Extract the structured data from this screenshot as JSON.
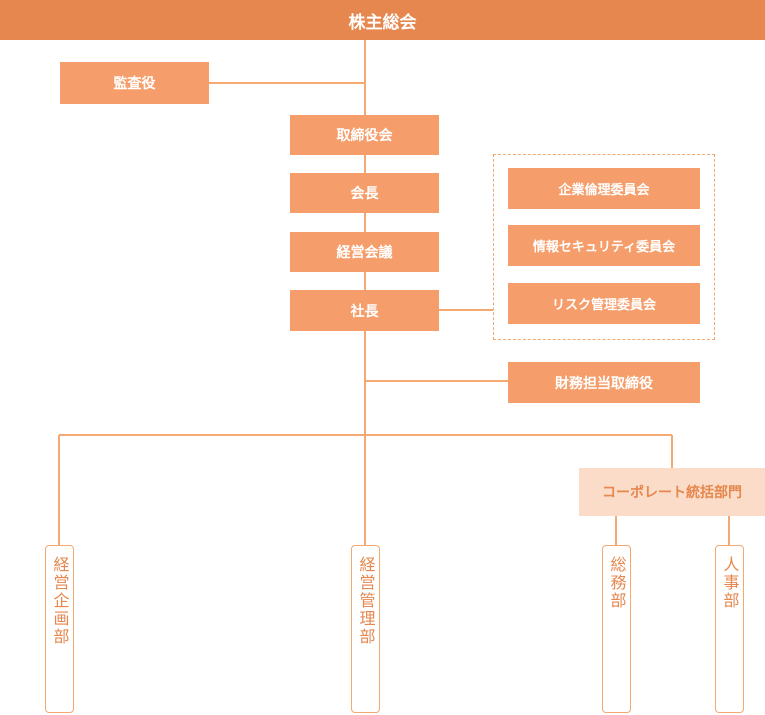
{
  "colors": {
    "header": "#e5874e",
    "box": "#f59e6b",
    "light_box": "#fbdcc8",
    "line": "#f4a872"
  },
  "header": {
    "title": "株主総会"
  },
  "auditor": {
    "label": "監査役"
  },
  "chain": {
    "board": "取締役会",
    "chairman": "会長",
    "management_meeting": "経営会議",
    "president": "社長"
  },
  "committees": [
    {
      "label": "企業倫理委員会"
    },
    {
      "label": "情報セキュリティ委員会"
    },
    {
      "label": "リスク管理委員会"
    }
  ],
  "finance_director": {
    "label": "財務担当取締役"
  },
  "corporate_division": {
    "label": "コーポレート統括部門"
  },
  "departments": {
    "planning": "経営企画部",
    "management": "経営管理部",
    "general_affairs": "総務部",
    "hr": "人事部"
  }
}
